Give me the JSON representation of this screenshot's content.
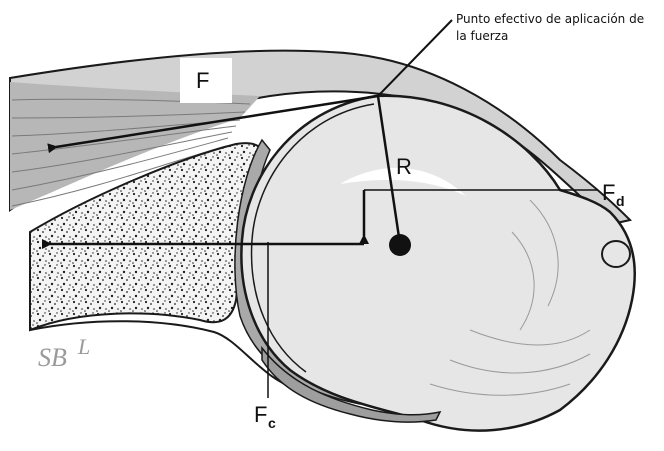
{
  "labels": {
    "annotation_line1": "Punto efectivo de aplicación de",
    "annotation_line2": "la fuerza",
    "f": "F",
    "r": "R",
    "fd_main": "F",
    "fd_sub": "d",
    "fc_main": "F",
    "fc_sub": "c",
    "sbl_main": "SB",
    "sbl_sup": "L"
  },
  "colors": {
    "outline": "#1a1a1a",
    "head_fill": "#e6e6e6",
    "muscle_fill": "#c8c8c8",
    "muscle_dark": "#8e8e8e",
    "cartilage": "#a9a9a9",
    "bone_speckle": "#2a2a2a"
  }
}
